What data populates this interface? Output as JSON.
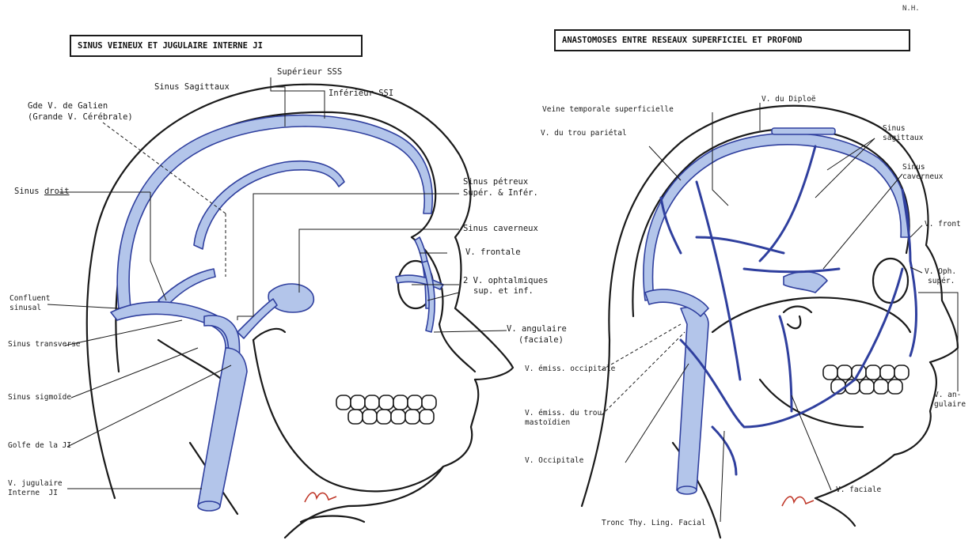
{
  "corner_mark": "N.H.",
  "left_panel": {
    "title": "SINUS VEINEUX  ET  JUGULAIRE INTERNE JI",
    "labels": {
      "sinus_sagittaux": "Sinus Sagittaux",
      "superieur": "Supérieur SSS",
      "inferieur": "Inférieur SSI",
      "galien_1": "Gde V. de Galien",
      "galien_2": "(Grande V. Cérébrale)",
      "sinus_droit_prefix": "Sinus ",
      "sinus_droit_word": "droit",
      "petreux_1": "Sinus pétreux",
      "petreux_2": "Supér. & Infér.",
      "caverneux": "Sinus caverneux",
      "frontale": "V. frontale",
      "ophtalmiques_1": "2 V. ophtalmiques",
      "ophtalmiques_2": "sup. et inf.",
      "confluent_1": "Confluent",
      "confluent_2": "sinusal",
      "transverse": "Sinus transverse",
      "sigmoide": "Sinus sigmoïde",
      "angulaire_1": "V. angulaire",
      "angulaire_2": "(faciale)",
      "golfe": "Golfe de la JI",
      "jugulaire_1": "V. jugulaire",
      "jugulaire_2": "Interne  JI"
    }
  },
  "right_panel": {
    "title": "ANASTOMOSES ENTRE RESEAUX SUPERFICIEL ET PROFOND",
    "labels": {
      "diploe": "V. du Diploë",
      "temporale": "Veine temporale superficielle",
      "parietal": "V. du trou pariétal",
      "sagittaux_1": "Sinus",
      "sagittaux_2": "sagittaux",
      "caverneux_1": "Sinus",
      "caverneux_2": "caverneux",
      "front": "V. front",
      "oph_1": "V. Oph.",
      "oph_2": "supér.",
      "emiss_occ": "V. émiss. occipitale",
      "emiss_mast_1": "V. émiss. du trou",
      "emiss_mast_2": "mastoïdien",
      "angulaire_1": "V. an-",
      "angulaire_2": "gulaire",
      "occipitale": "V. Occipitale",
      "faciale": "V. faciale",
      "tronc": "Tronc Thy. Ling. Facial"
    }
  },
  "colors": {
    "vein_fill": "#b3c5ea",
    "vein_stroke": "#2f3f9e",
    "ink": "#1a1a1a",
    "signature": "#c0392b"
  }
}
